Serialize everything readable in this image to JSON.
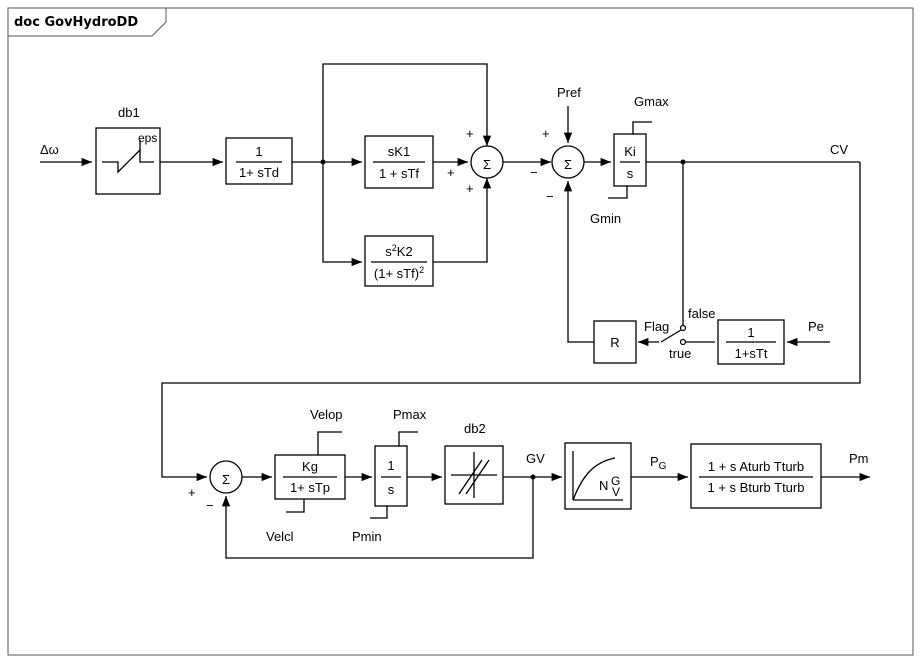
{
  "frame": {
    "title": "doc GovHydroDD"
  },
  "inputs": {
    "delta_omega": "Δω",
    "pref": "Pref",
    "pe": "Pe"
  },
  "outputs": {
    "cv": "CV",
    "gv": "GV",
    "pg_main": "P",
    "pg_sub": "G",
    "pm": "Pm"
  },
  "blocks": {
    "db1": {
      "label": "db1",
      "param": "eps"
    },
    "td": {
      "num": "1",
      "den": "1+ sTd"
    },
    "k1": {
      "num": "sK1",
      "den": "1 + sTf"
    },
    "k2": {
      "num_s": "s",
      "num_exp": "2",
      "num_rest": "K2",
      "den_main": "(1+ sTf)",
      "den_exp": "2"
    },
    "ki": {
      "num": "Ki",
      "den": "s",
      "max": "Gmax",
      "min": "Gmin"
    },
    "tt": {
      "num": "1",
      "den": "1+sTt"
    },
    "r": {
      "label": "R"
    },
    "kg": {
      "num": "Kg",
      "den": "1+ sTp",
      "max": "Velop",
      "min": "Velcl"
    },
    "integ": {
      "num": "1",
      "den": "s",
      "max": "Pmax",
      "min": "Pmin"
    },
    "db2": {
      "label": "db2"
    },
    "ngv": {
      "label_n": "N",
      "label_g": "G",
      "label_v": "V"
    },
    "turb": {
      "num": "1 + s Aturb Tturb",
      "den": "1 + s Bturb Tturb"
    }
  },
  "switch": {
    "flag": "Flag",
    "true_label": "true",
    "false_label": "false"
  },
  "summers": {
    "symbol": "Σ",
    "s1_signs": [
      "+",
      "+",
      "+"
    ],
    "s2_signs": [
      "+",
      "−",
      "−"
    ],
    "s3_signs": [
      "+",
      "−"
    ]
  }
}
